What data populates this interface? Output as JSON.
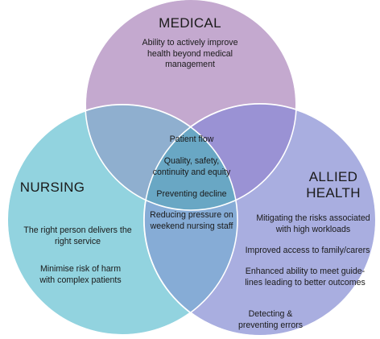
{
  "circles": {
    "medical": {
      "title": "MEDICAL",
      "color": "#c4a9cf",
      "items": [
        "Ability to actively improve health beyond medical management"
      ]
    },
    "nursing": {
      "title": "NURSING",
      "color": "#92d3df",
      "items": [
        "The right person delivers the right service",
        "Minimise risk of harm with complex patients"
      ]
    },
    "allied_health": {
      "title_line1": "ALLIED",
      "title_line2": "HEALTH",
      "color": "#a9aee0",
      "items": [
        "Mitigating the risks associated with high workloads",
        "Improved access to family/carers",
        "Enhanced ability to meet guide-lines leading to better outcomes",
        "Detecting & preventing errors"
      ]
    }
  },
  "shared": {
    "color": "#69a7c4",
    "items": [
      "Patient flow",
      "Quality, safety, continuity and equity",
      "Preventing decline",
      "Reducing pressure on weekend nursing staff"
    ]
  }
}
